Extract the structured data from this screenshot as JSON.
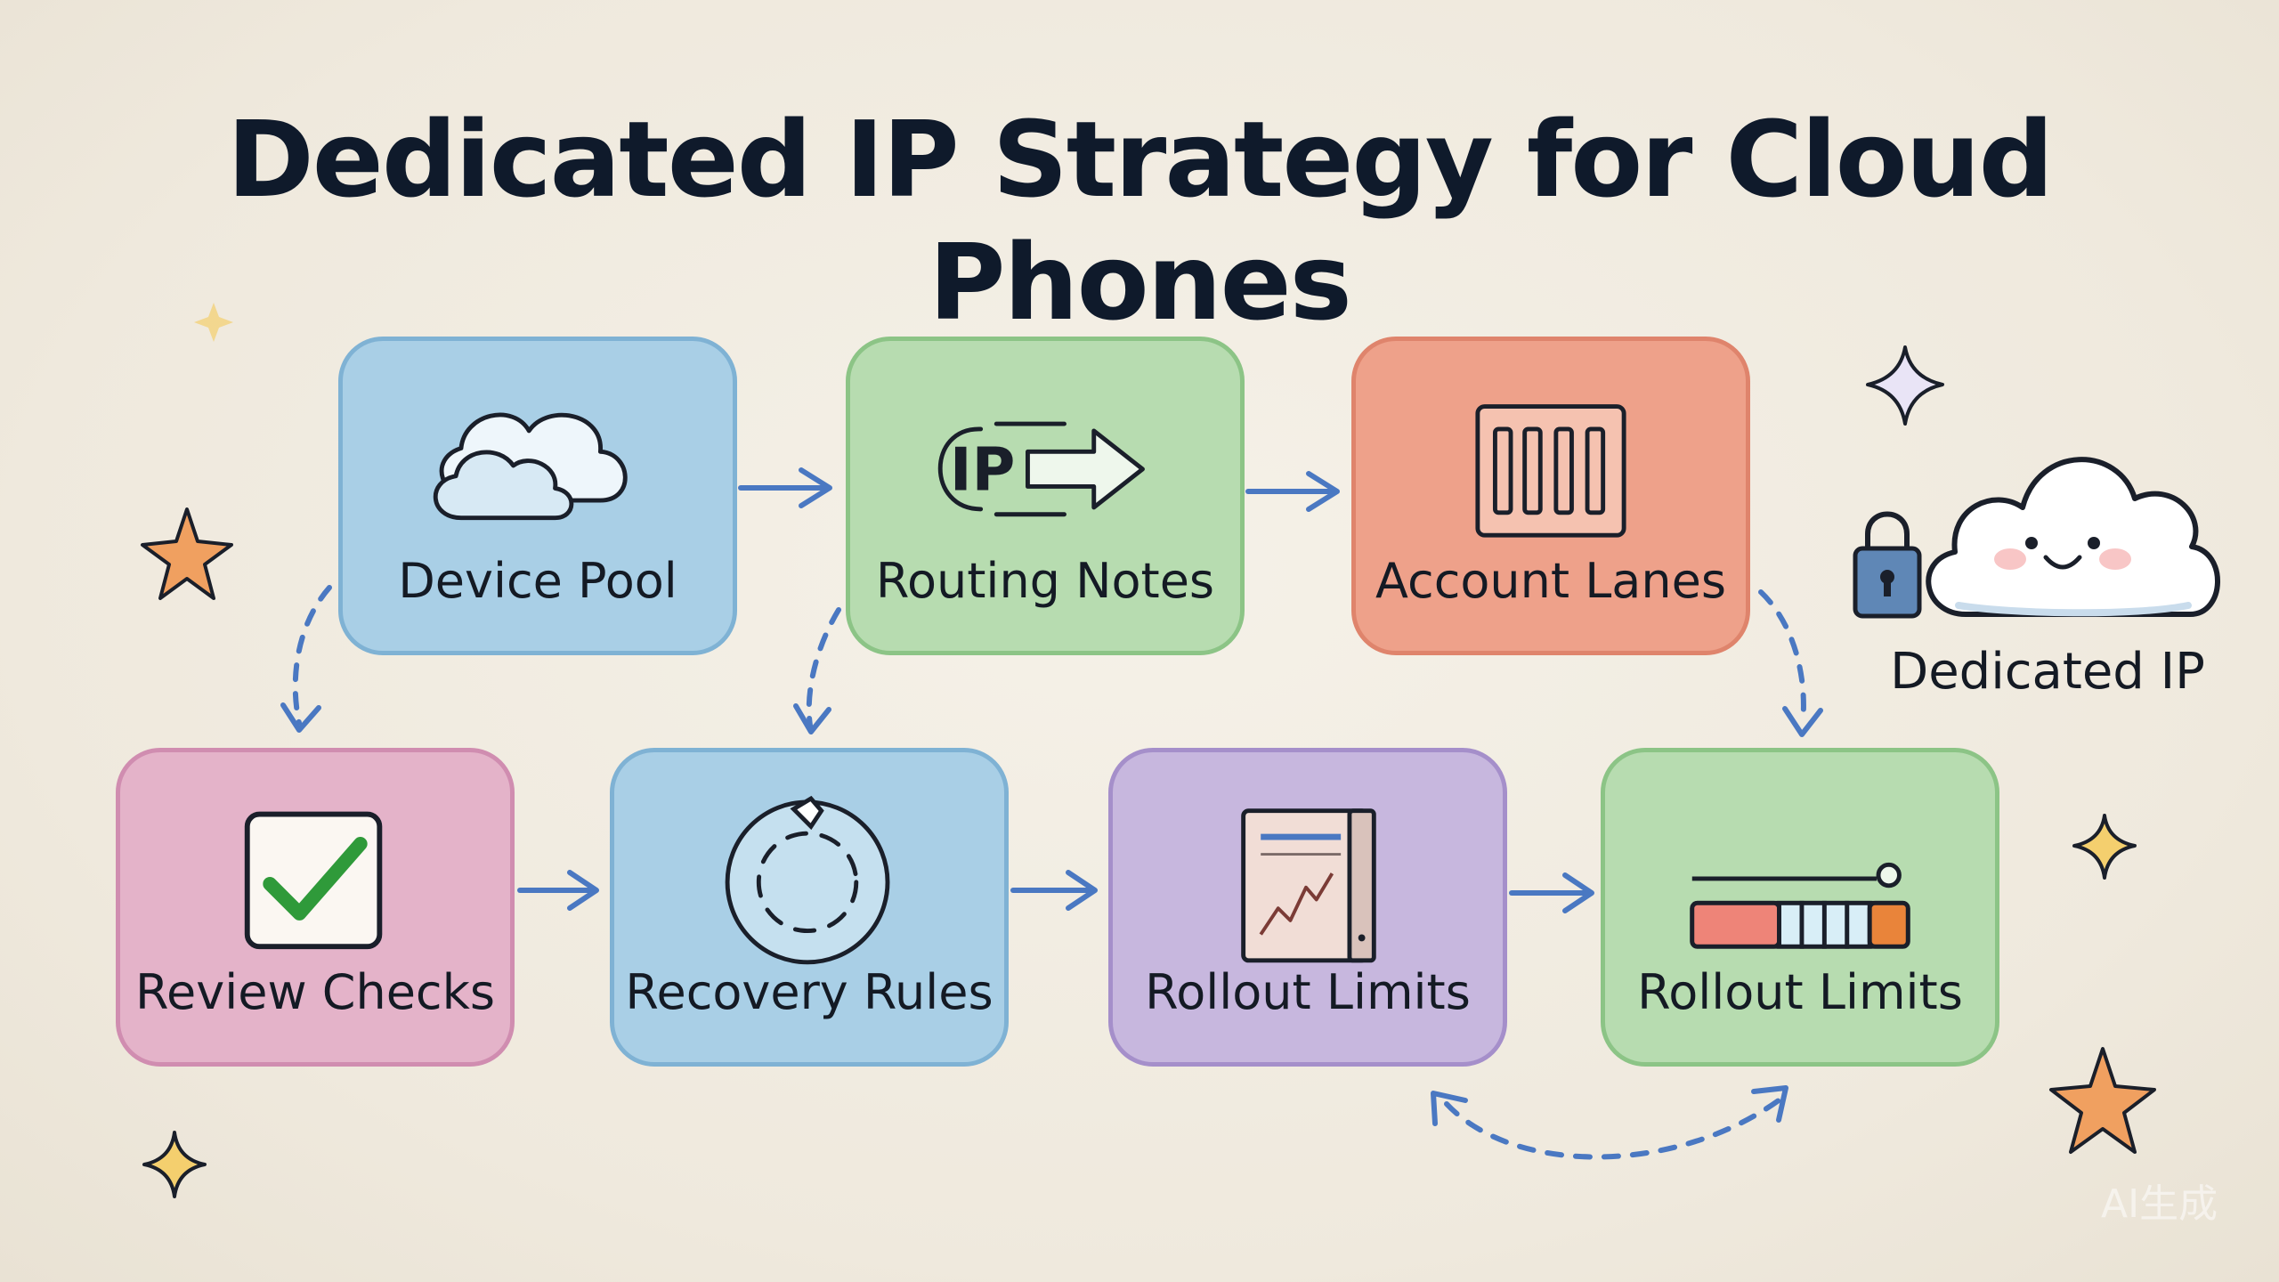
{
  "title": "Dedicated IP Strategy for Cloud Phones",
  "nodes": [
    {
      "label": "Device Pool",
      "icon": "cloud-icon",
      "color": "#a9cfe6"
    },
    {
      "label": "Routing Notes",
      "icon": "ip-arrow-icon",
      "color": "#b7dcb0"
    },
    {
      "label": "Account Lanes",
      "icon": "lanes-icon",
      "color": "#eea18a"
    },
    {
      "label": "Review Checks",
      "icon": "checkmark-icon",
      "color": "#e4b3c9"
    },
    {
      "label": "Recovery Rules",
      "icon": "recovery-cycle-icon",
      "color": "#a9cfe6"
    },
    {
      "label": "Rollout Limits",
      "icon": "report-chart-icon",
      "color": "#c7b7de"
    },
    {
      "label": "Rollout Limits",
      "icon": "limit-bar-icon",
      "color": "#b7dcb0"
    }
  ],
  "side_badge": {
    "label": "Dedicated IP",
    "icons": [
      "padlock-icon",
      "smiling-cloud-icon"
    ]
  },
  "ip_text": "IP",
  "watermark": "AI生成",
  "colors": {
    "arrow": "#4a78c2",
    "title": "#0f1a2b",
    "star_orange": "#f0a060",
    "star_yellow": "#f4cf6e"
  }
}
